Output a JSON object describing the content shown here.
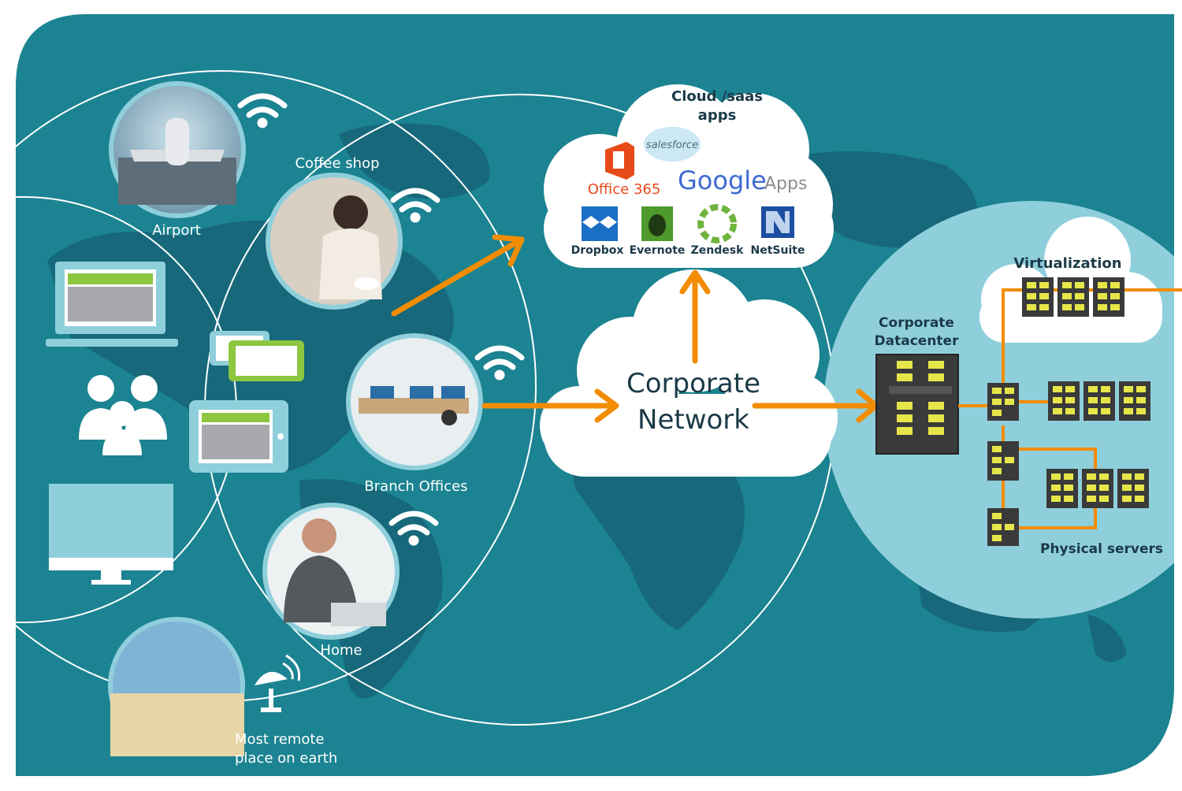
{
  "colors": {
    "background": "#1b8391",
    "map": "#16687a",
    "accent_arrow": "#f28c00",
    "panel_light": "#8fcfdb",
    "device_green": "#8dc63f"
  },
  "locations": {
    "airport": "Airport",
    "coffee_shop": "Coffee shop",
    "branch_offices": "Branch Offices",
    "home": "Home",
    "remote_line1": "Most remote",
    "remote_line2": "place on earth"
  },
  "cloud_saas": {
    "title_line1": "Cloud /saas",
    "title_line2": "apps",
    "apps": {
      "office365": "Office 365",
      "salesforce": "salesforce",
      "google": "Google",
      "google_suffix": "Apps",
      "dropbox": "Dropbox",
      "evernote": "Evernote",
      "zendesk": "Zendesk",
      "netsuite": "NetSuite"
    }
  },
  "corporate_network": {
    "line1": "Corporate",
    "line2": "Network"
  },
  "datacenter": {
    "title_line1": "Corporate",
    "title_line2": "Datacenter",
    "virtualization": "Virtualization",
    "physical_servers": "Physical servers"
  },
  "icons": [
    "wifi-icon",
    "satellite-dish-icon",
    "people-icon",
    "laptop-icon",
    "tablet-icon",
    "monitor-icon",
    "server-icon"
  ]
}
